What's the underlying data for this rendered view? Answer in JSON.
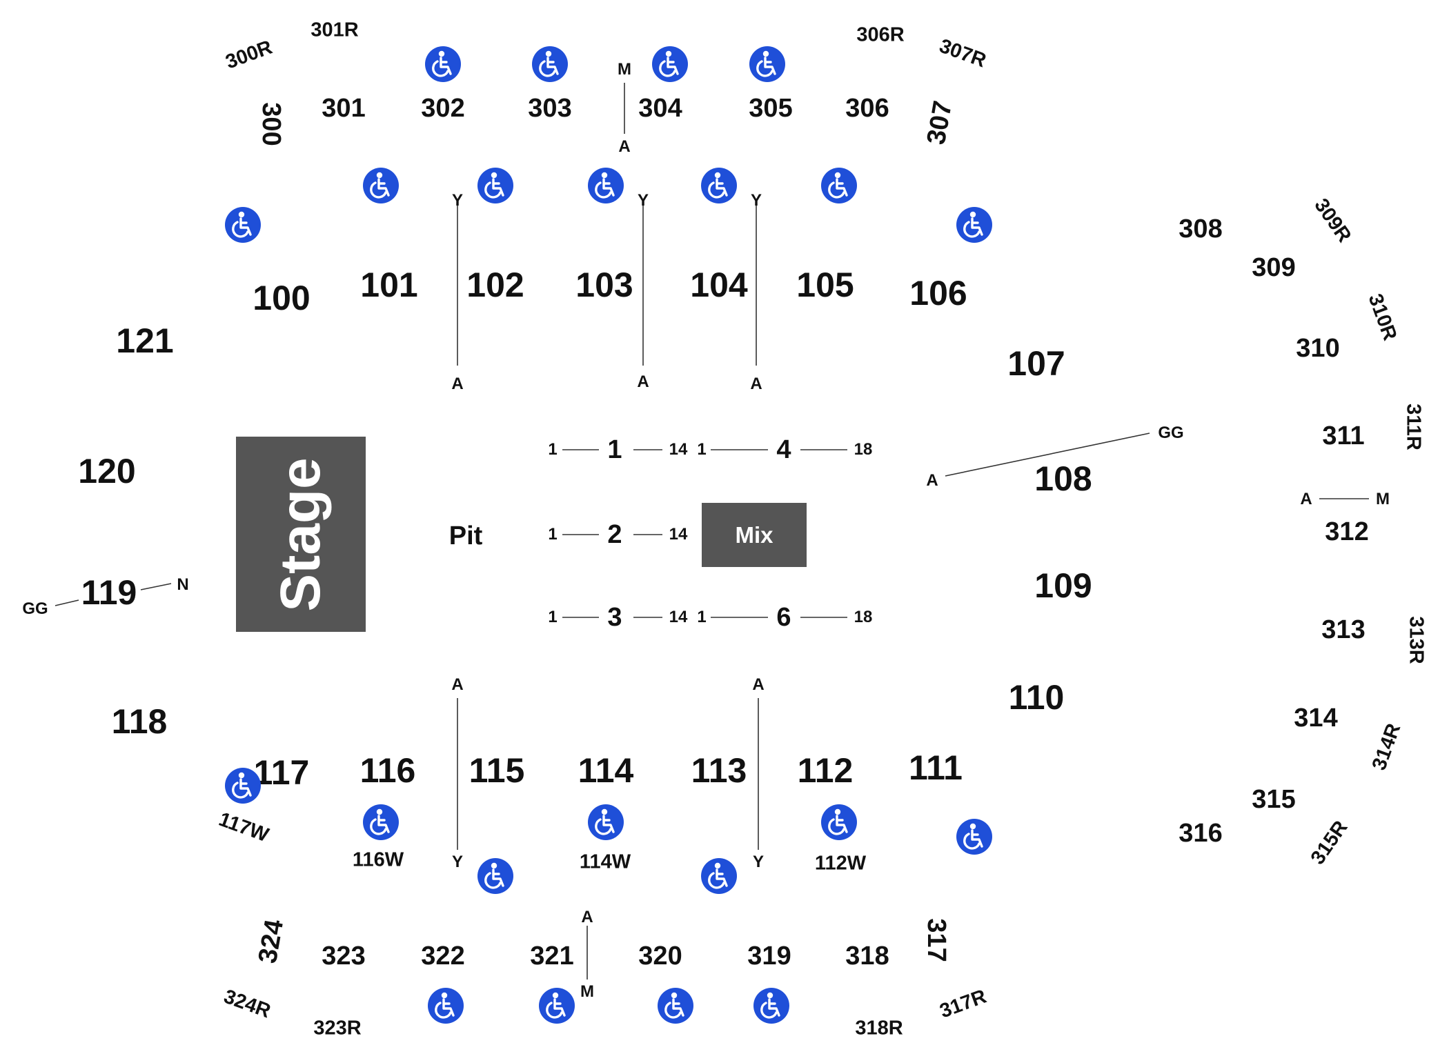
{
  "map": {
    "stage_label": "Stage",
    "pit_label": "Pit",
    "mix_label": "Mix",
    "accessible_icon": "wheelchair-icon",
    "colors": {
      "stage": "#555555",
      "accessible": "#1f4fd8",
      "text": "#111111"
    },
    "sections": {
      "s100": "100",
      "s101": "101",
      "s102": "102",
      "s103": "103",
      "s104": "104",
      "s105": "105",
      "s106": "106",
      "s107": "107",
      "s108": "108",
      "s109": "109",
      "s110": "110",
      "s111": "111",
      "s112": "112",
      "s113": "113",
      "s114": "114",
      "s115": "115",
      "s116": "116",
      "s117": "117",
      "s118": "118",
      "s119": "119",
      "s120": "120",
      "s121": "121",
      "s300": "300",
      "s301": "301",
      "s302": "302",
      "s303": "303",
      "s304": "304",
      "s305": "305",
      "s306": "306",
      "s307": "307",
      "s308": "308",
      "s309": "309",
      "s310": "310",
      "s311": "311",
      "s312": "312",
      "s313": "313",
      "s314": "314",
      "s315": "315",
      "s316": "316",
      "s317": "317",
      "s318": "318",
      "s319": "319",
      "s320": "320",
      "s321": "321",
      "s322": "322",
      "s323": "323",
      "s324": "324",
      "f1": "1",
      "f2": "2",
      "f3": "3",
      "f4": "4",
      "f6": "6"
    },
    "rows": {
      "r300R": "300R",
      "r301R": "301R",
      "r306R": "306R",
      "r307R": "307R",
      "r309R": "309R",
      "r310R": "310R",
      "r311R": "311R",
      "r313R": "313R",
      "r314R": "314R",
      "r315R": "315R",
      "r317R": "317R",
      "r318R": "318R",
      "r323R": "323R",
      "r324R": "324R",
      "w117W": "117W",
      "w116W": "116W",
      "w114W": "114W",
      "w112W": "112W"
    },
    "row_markers": {
      "M": "M",
      "A": "A",
      "Y": "Y",
      "GG": "GG",
      "N": "N",
      "one": "1",
      "fourteen": "14",
      "eighteen": "18"
    }
  }
}
